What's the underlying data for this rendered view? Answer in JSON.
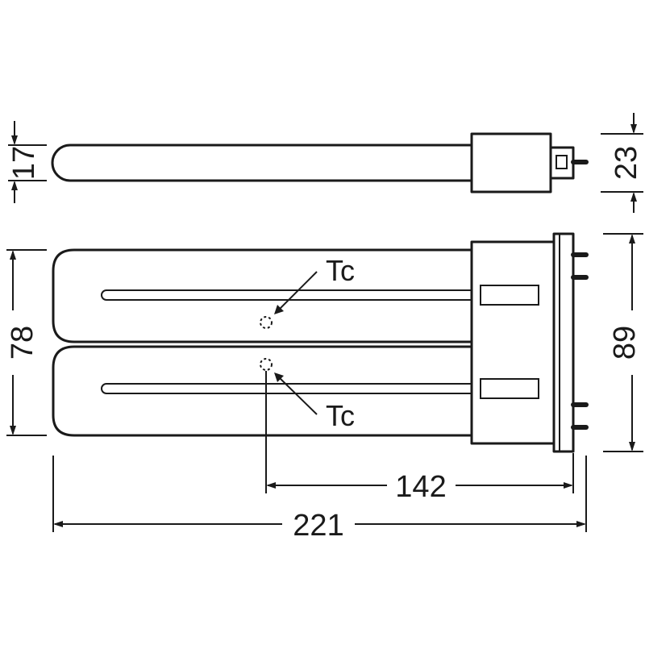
{
  "labels": {
    "tc_top": "Tc",
    "tc_bottom": "Tc"
  },
  "dimensions": {
    "tube_diameter": "17",
    "base_height": "23",
    "lamp_width": "78",
    "base_width": "89",
    "tc_to_end": "142",
    "overall_length": "221"
  }
}
